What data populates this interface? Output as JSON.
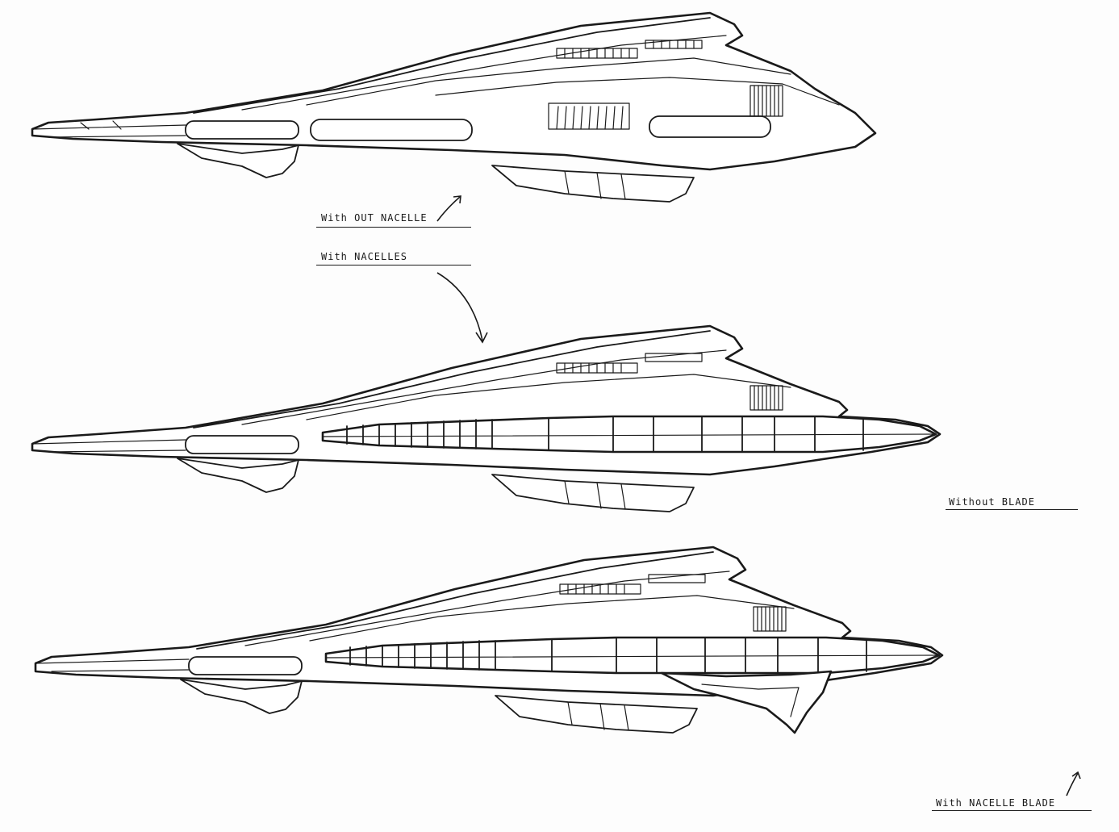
{
  "labels": {
    "without_nacelle": "With OUT NACELLE",
    "with_nacelles": "With NACELLES",
    "without_blade": "Without  BLADE",
    "with_nacelle_blade": "With NACELLE BLADE"
  },
  "views": [
    {
      "variant": "without-nacelle"
    },
    {
      "variant": "with-nacelles"
    },
    {
      "variant": "with-nacelle-blade"
    }
  ],
  "colors": {
    "ink": "#1a1a1a",
    "paper": "#fdfdfd"
  }
}
